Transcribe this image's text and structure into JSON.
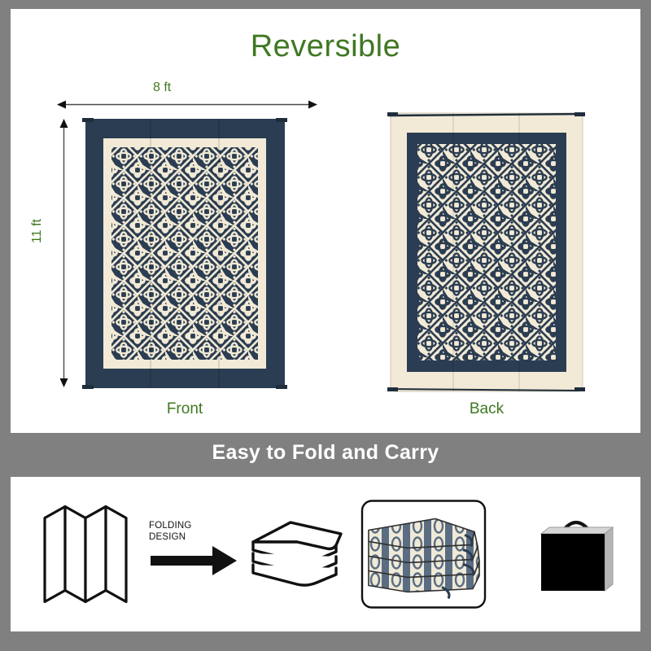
{
  "colors": {
    "frame_gray": "#808080",
    "panel_white": "#ffffff",
    "accent_green": "#3f7822",
    "rug_navy": "#2b3d52",
    "rug_cream": "#f2ead6",
    "ink_black": "#111111",
    "banner_text": "#ffffff"
  },
  "top_panel": {
    "title": "Reversible",
    "dimensions": {
      "width_label": "8 ft",
      "height_label": "11 ft"
    },
    "rugs": [
      {
        "caption": "Front",
        "side": "front",
        "outer_border": "navy",
        "inner_border": "cream",
        "field": "navy",
        "lattice": "cream"
      },
      {
        "caption": "Back",
        "side": "back",
        "outer_border": "cream",
        "inner_border": "navy",
        "field": "cream",
        "lattice": "navy"
      }
    ]
  },
  "banner": {
    "text": "Easy to Fold and Carry"
  },
  "bottom_panel": {
    "features": [
      {
        "name": "accordion-fold-icon",
        "label": ""
      },
      {
        "name": "folding-arrow",
        "label_line1": "FOLDING",
        "label_line2": "DESIGN"
      },
      {
        "name": "folded-stack-icon",
        "label": ""
      },
      {
        "name": "folded-rug-photo",
        "label": ""
      },
      {
        "name": "carry-bag-icon",
        "label": ""
      }
    ],
    "arrow_text": {
      "line1": "FOLDING",
      "line2": "DESIGN"
    }
  }
}
